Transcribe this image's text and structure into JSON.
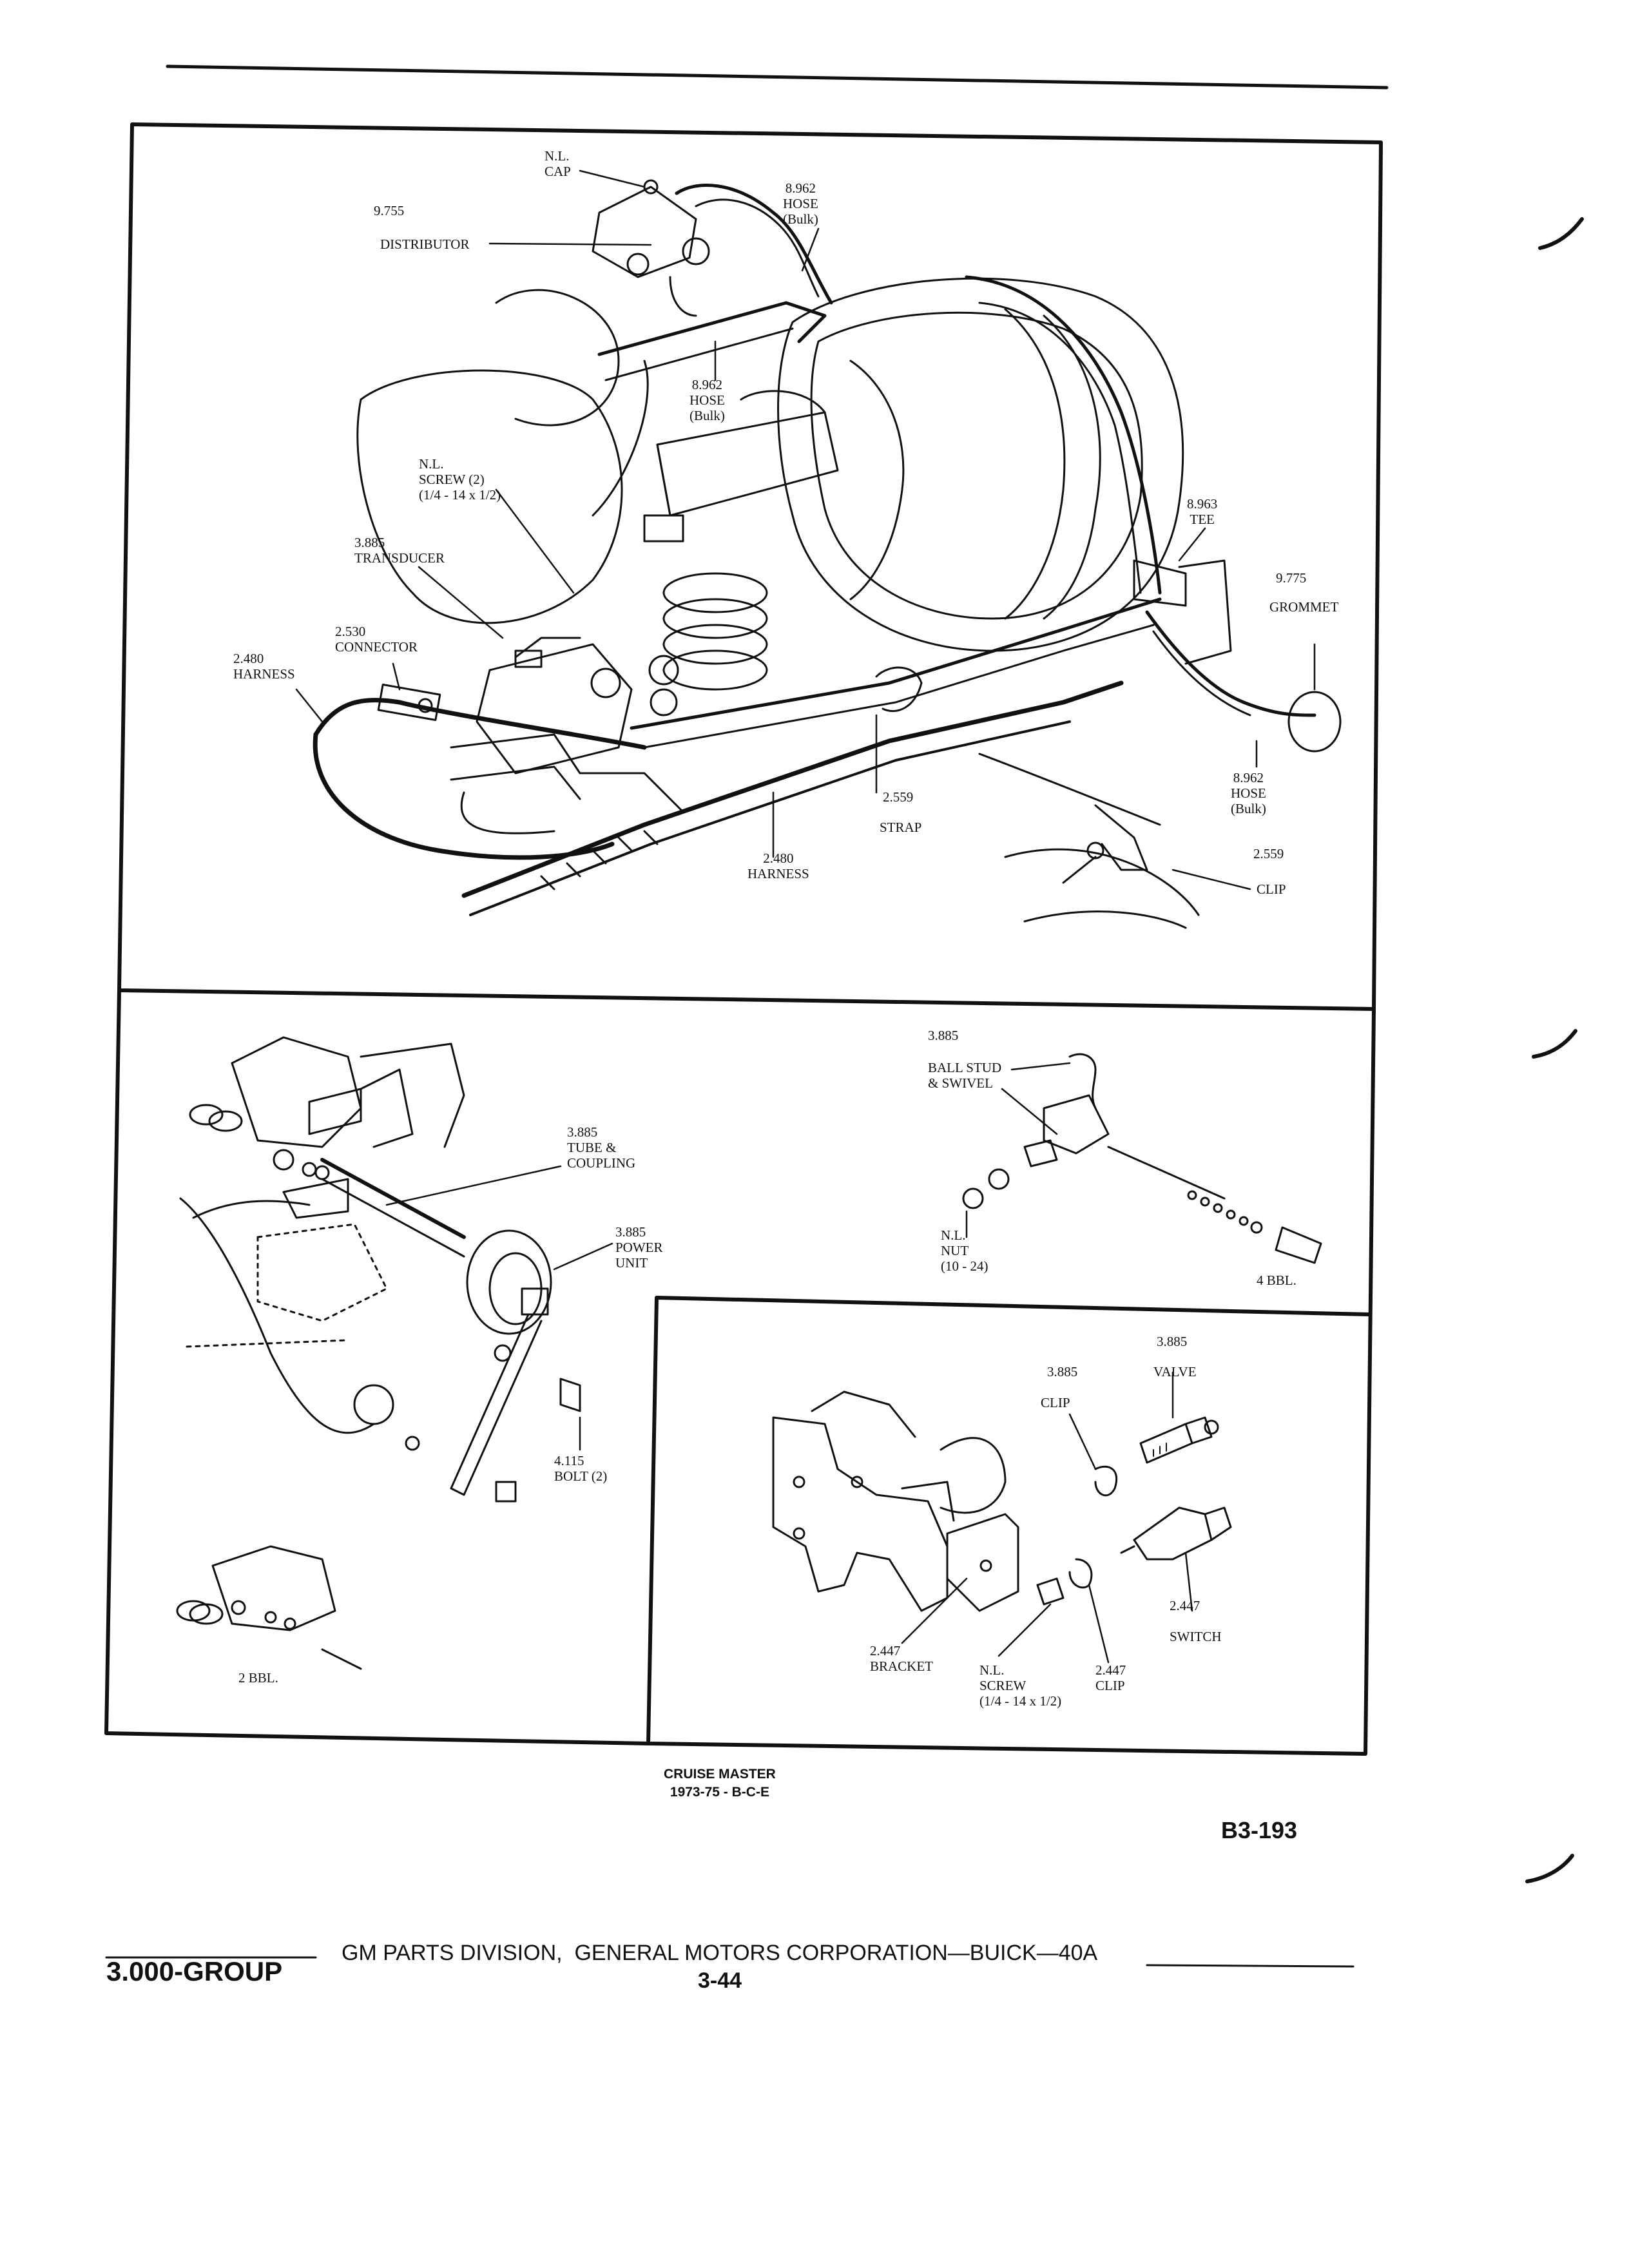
{
  "main_view": {
    "labels": {
      "nl_cap": "N.L.\nCAP",
      "distributor_num": "9.755",
      "distributor": "DISTRIBUTOR",
      "hose_top": "8.962\nHOSE\n(Bulk)",
      "hose_mid": "8.962\nHOSE\n(Bulk)",
      "screw": "N.L.\nSCREW (2)\n(1/4 - 14 x 1/2)",
      "transducer": "3.885\nTRANSDUCER",
      "connector": "2.530\nCONNECTOR",
      "harness_left": "2.480\nHARNESS",
      "tee": "8.963\nTEE",
      "grommet_num": "9.775",
      "grommet": "GROMMET",
      "hose_right": "8.962\nHOSE\n(Bulk)",
      "strap_num": "2.559",
      "strap": "STRAP",
      "harness_bottom": "2.480\nHARNESS",
      "clip_num": "2.559",
      "clip": "CLIP"
    }
  },
  "carb_view": {
    "labels": {
      "tube": "3.885\nTUBE &\nCOUPLING",
      "power_unit": "3.885\nPOWER\nUNIT",
      "bolt": "4.115\nBOLT (2)",
      "two_bbl": "2 BBL."
    }
  },
  "four_bbl_view": {
    "labels": {
      "num": "3.885",
      "ball_stud": "BALL STUD\n& SWIVEL",
      "nut": "N.L.\nNUT\n(10 - 24)",
      "four_bbl": "4 BBL."
    }
  },
  "switch_view": {
    "labels": {
      "valve_num": "3.885",
      "valve": "VALVE",
      "clip_num": "3.885",
      "clip": "CLIP",
      "switch_num": "2.447",
      "switch": "SWITCH",
      "bracket": "2.447\nBRACKET",
      "screw": "N.L.\nSCREW\n(1/4 - 14 x 1/2)",
      "clip2": "2.447\nCLIP"
    }
  },
  "caption": "CRUISE MASTER\n1973-75 - B-C-E",
  "page_ref": "B3-193",
  "footer": {
    "group": "3.000-GROUP",
    "text": "GM PARTS DIVISION,  GENERAL MOTORS CORPORATION—BUICK—40A",
    "page": "3-44"
  }
}
